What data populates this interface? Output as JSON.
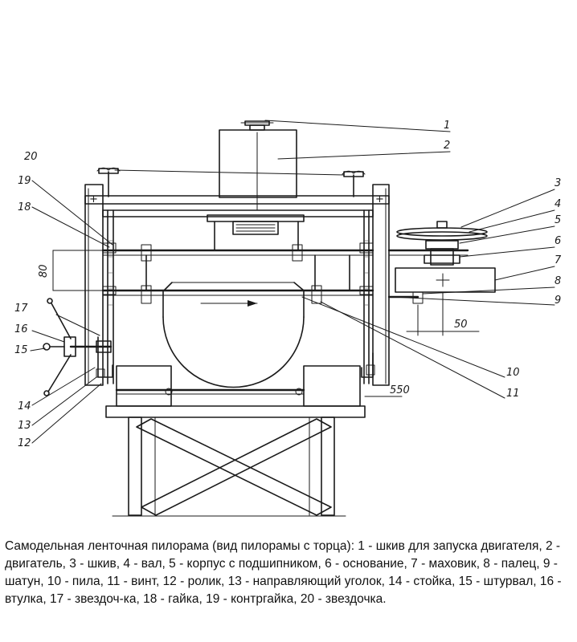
{
  "diagram": {
    "callouts": [
      {
        "n": "1",
        "part": "pulley_top"
      },
      {
        "n": "2",
        "part": "engine"
      },
      {
        "n": "3",
        "part": "pulley_side"
      },
      {
        "n": "4",
        "part": "shaft"
      },
      {
        "n": "5",
        "part": "bearing_housing"
      },
      {
        "n": "6",
        "part": "base_block"
      },
      {
        "n": "7",
        "part": "flywheel"
      },
      {
        "n": "8",
        "part": "pin"
      },
      {
        "n": "9",
        "part": "connecting_rod"
      },
      {
        "n": "10",
        "part": "saw"
      },
      {
        "n": "11",
        "part": "screw"
      },
      {
        "n": "12",
        "part": "roller"
      },
      {
        "n": "13",
        "part": "guide_angle"
      },
      {
        "n": "14",
        "part": "post"
      },
      {
        "n": "15",
        "part": "handwheel"
      },
      {
        "n": "16",
        "part": "sleeve"
      },
      {
        "n": "17",
        "part": "sprocket_left"
      },
      {
        "n": "18",
        "part": "nut"
      },
      {
        "n": "19",
        "part": "locknut"
      },
      {
        "n": "20",
        "part": "sprocket_top"
      }
    ],
    "dimensions": {
      "d80": "80",
      "d50": "50",
      "d550": "550"
    }
  },
  "caption": "Самодельная ленточная пилорама (вид пилорамы с торца): 1 - шкив для запуска двигателя, 2 - двигатель, 3 - шкив, 4 - вал, 5 - корпус с подшипником, 6 - основание, 7 - маховик, 8 - палец, 9 - шатун, 10 - пила, 11 - винт, 12 - ролик, 13 - направляющий уголок, 14 - стойка, 15 - штурвал, 16 - втулка, 17 - звездоч-ка, 18 - гайка, 19 - контргайка, 20 - звездочка."
}
